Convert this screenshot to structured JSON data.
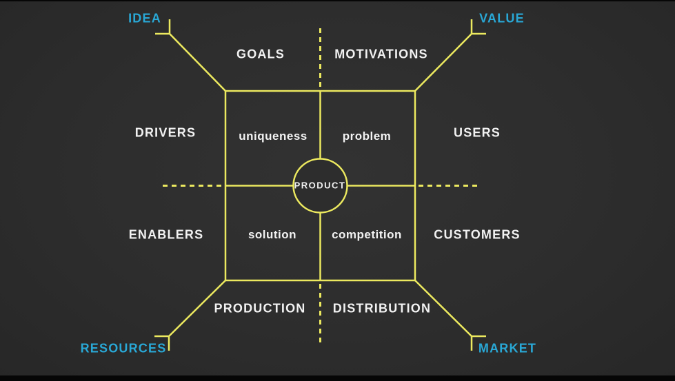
{
  "colors": {
    "background": "#2d2d2d",
    "line_yellow": "#ece95f",
    "accent_cyan": "#29a8d6",
    "text_white": "#f2f2f2"
  },
  "corners": {
    "top_left": "IDEA",
    "top_right": "VALUE",
    "bottom_left": "RESOURCES",
    "bottom_right": "MARKET"
  },
  "outer_labels": {
    "top_left": "GOALS",
    "top_right": "MOTIVATIONS",
    "left_top": "DRIVERS",
    "right_top": "USERS",
    "left_bottom": "ENABLERS",
    "right_bottom": "CUSTOMERS",
    "bottom_left": "PRODUCTION",
    "bottom_right": "DISTRIBUTION"
  },
  "quadrants": {
    "top_left": "uniqueness",
    "top_right": "problem",
    "bottom_left": "solution",
    "bottom_right": "competition"
  },
  "center": {
    "label": "PRODUCT"
  }
}
